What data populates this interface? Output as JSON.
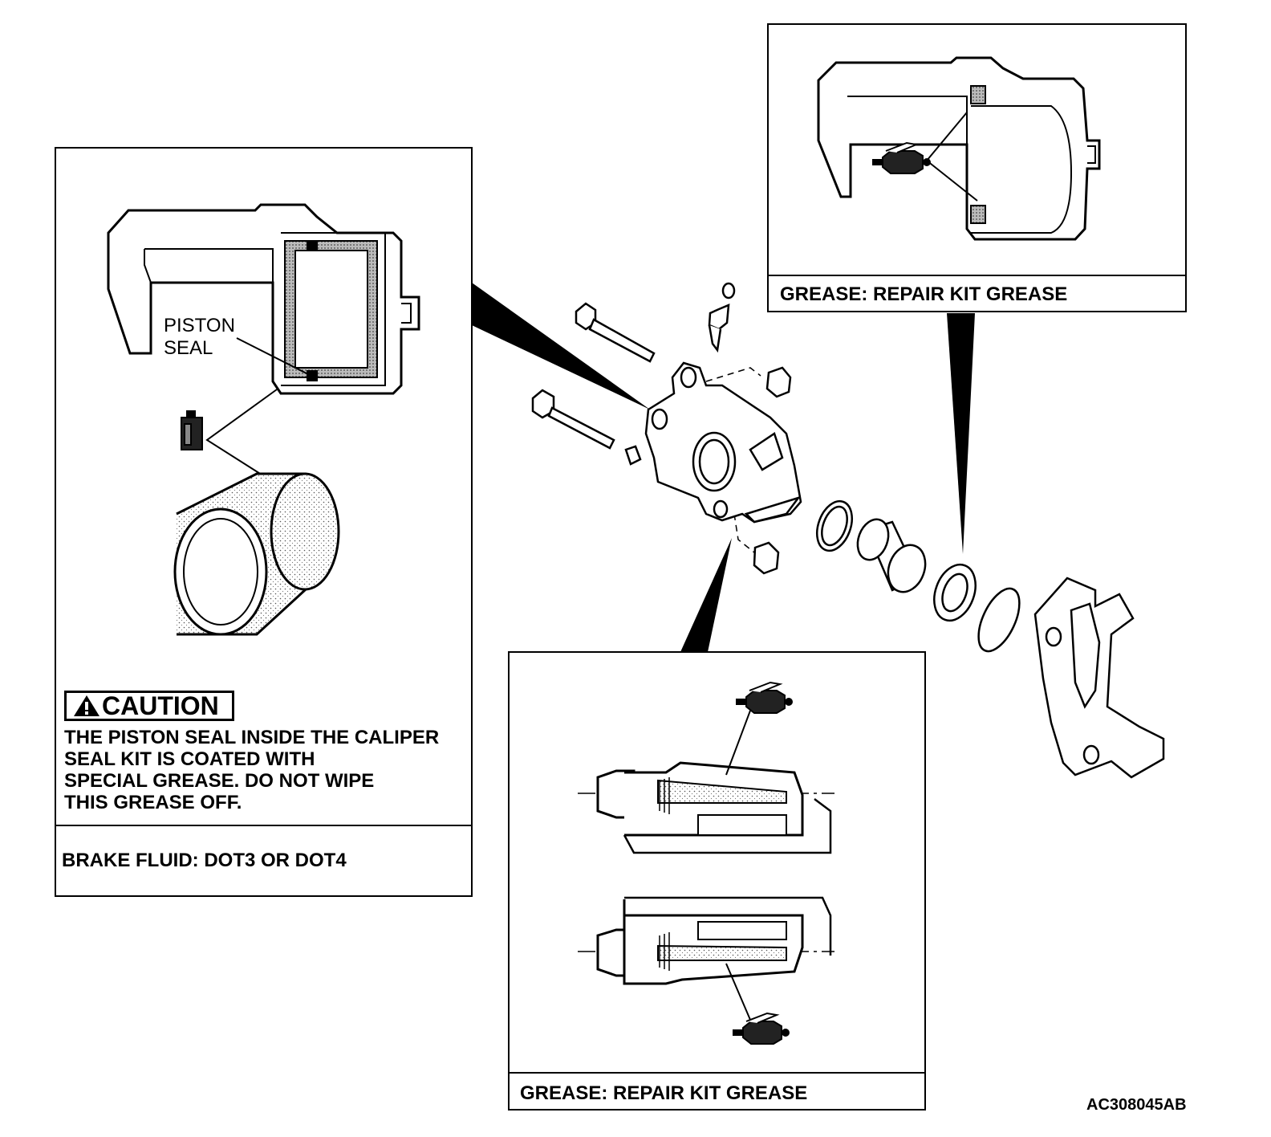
{
  "callouts": {
    "piston_seal_line1": "PISTON",
    "piston_seal_line2": "SEAL",
    "caution_heading": "CAUTION",
    "caution_lines": [
      "THE PISTON SEAL INSIDE THE CALIPER",
      "SEAL KIT IS COATED WITH",
      "SPECIAL GREASE. DO NOT WIPE",
      "THIS GREASE OFF."
    ],
    "brake_fluid": "BRAKE FLUID: DOT3 OR DOT4",
    "grease_top": "GREASE: REPAIR KIT GREASE",
    "grease_bottom": "GREASE: REPAIR KIT GREASE",
    "figure_code": "AC308045AB"
  },
  "icons": [
    "caution-triangle-icon",
    "brake-fluid-bottle-icon",
    "grease-tube-icon"
  ],
  "colors": {
    "ink": "#000000",
    "paper": "#ffffff",
    "shading": "#d9d9d9"
  }
}
